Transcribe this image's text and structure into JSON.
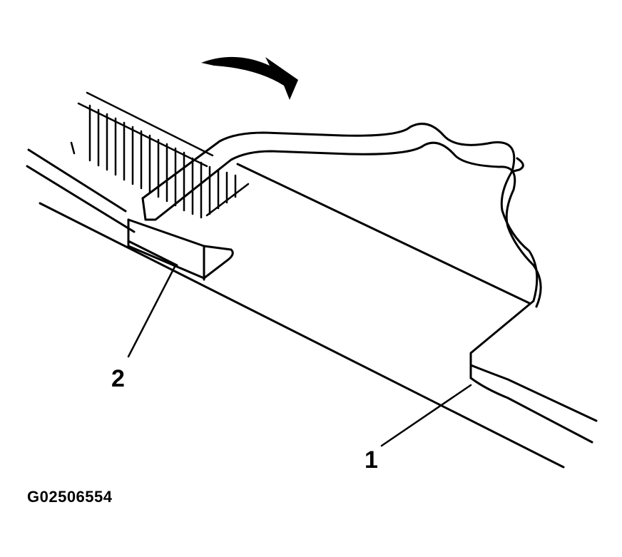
{
  "diagram": {
    "callouts": [
      {
        "id": "1",
        "text": "1"
      },
      {
        "id": "2",
        "text": "2"
      }
    ],
    "figure_id": "G02506554",
    "colors": {
      "line": "#000000",
      "background": "#ffffff"
    },
    "icons": [
      "rotation-arrow-icon"
    ]
  }
}
